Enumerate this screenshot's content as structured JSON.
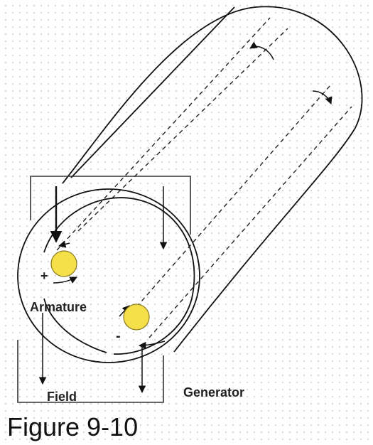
{
  "figure": {
    "caption": "Figure 9-10"
  },
  "labels": {
    "armature": "Armature",
    "field": "Field",
    "generator": "Generator",
    "positive_terminal": "+",
    "negative_terminal": "-"
  },
  "colors": {
    "line": "#111111",
    "conductor_fill": "#f5e04a",
    "conductor_stroke": "#8a7a20",
    "dots": "#c9c9c9"
  }
}
